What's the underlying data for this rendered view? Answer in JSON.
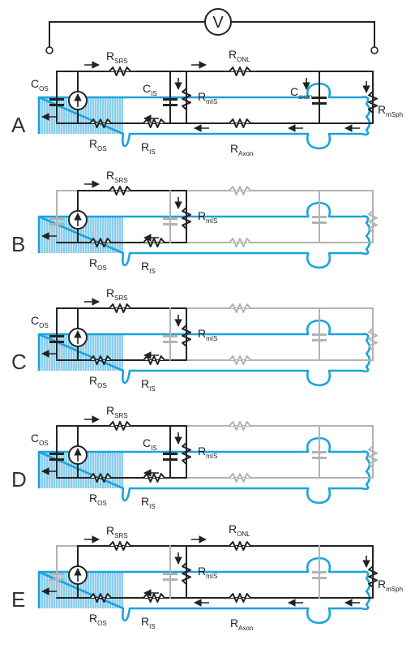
{
  "voltmeter": {
    "symbol": "V"
  },
  "panels": [
    {
      "letter": "A",
      "labels": {
        "RSRS": {
          "main": "R",
          "sub": "SRS"
        },
        "RONL": {
          "main": "R",
          "sub": "ONL"
        },
        "COS": {
          "main": "C",
          "sub": "OS"
        },
        "CIS": {
          "main": "C",
          "sub": "IS"
        },
        "RmIS": {
          "main": "R",
          "sub": "mIS"
        },
        "Caxon": {
          "main": "C",
          "sub": "axon"
        },
        "RmSph": {
          "main": "R",
          "sub": "mSph"
        },
        "ROS": {
          "main": "R",
          "sub": "OS"
        },
        "RIS": {
          "main": "R",
          "sub": "IS"
        },
        "RAxon": {
          "main": "R",
          "sub": "Axon"
        }
      }
    },
    {
      "letter": "B",
      "labels": {
        "RSRS": {
          "main": "R",
          "sub": "SRS"
        },
        "RmIS": {
          "main": "R",
          "sub": "mIS"
        },
        "ROS": {
          "main": "R",
          "sub": "OS"
        },
        "RIS": {
          "main": "R",
          "sub": "IS"
        }
      }
    },
    {
      "letter": "C",
      "labels": {
        "RSRS": {
          "main": "R",
          "sub": "SRS"
        },
        "COS": {
          "main": "C",
          "sub": "OS"
        },
        "RmIS": {
          "main": "R",
          "sub": "mIS"
        },
        "ROS": {
          "main": "R",
          "sub": "OS"
        },
        "RIS": {
          "main": "R",
          "sub": "IS"
        }
      }
    },
    {
      "letter": "D",
      "labels": {
        "RSRS": {
          "main": "R",
          "sub": "SRS"
        },
        "COS": {
          "main": "C",
          "sub": "OS"
        },
        "CIS": {
          "main": "C",
          "sub": "IS"
        },
        "RmIS": {
          "main": "R",
          "sub": "mIS"
        },
        "ROS": {
          "main": "R",
          "sub": "OS"
        },
        "RIS": {
          "main": "R",
          "sub": "IS"
        }
      }
    },
    {
      "letter": "E",
      "labels": {
        "RSRS": {
          "main": "R",
          "sub": "SRS"
        },
        "RONL": {
          "main": "R",
          "sub": "ONL"
        },
        "RmIS": {
          "main": "R",
          "sub": "mIS"
        },
        "RmSph": {
          "main": "R",
          "sub": "mSph"
        },
        "ROS": {
          "main": "R",
          "sub": "OS"
        },
        "RIS": {
          "main": "R",
          "sub": "IS"
        },
        "RAxon": {
          "main": "R",
          "sub": "Axon"
        }
      }
    }
  ],
  "colors": {
    "active": "#222222",
    "inactive": "#b3b3b3",
    "cell_outline": "#1aa3dc",
    "cell_fill": "#c7e7f5",
    "hatch": "#4fb6e3"
  }
}
